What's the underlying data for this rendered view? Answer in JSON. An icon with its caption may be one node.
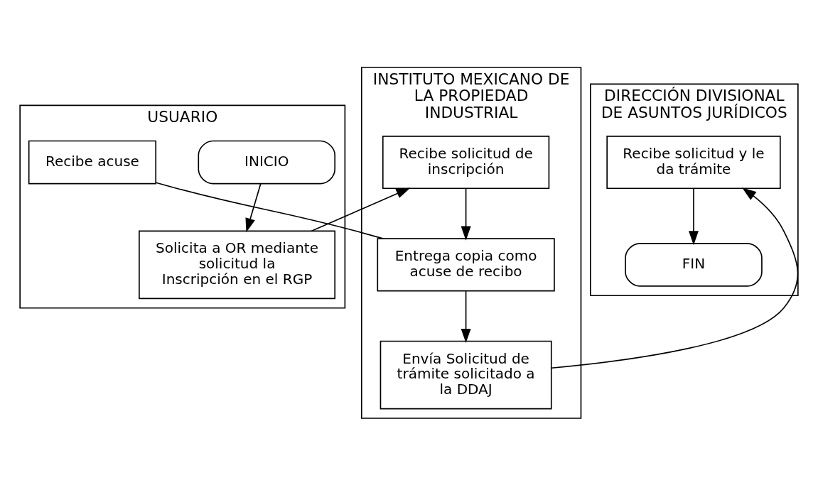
{
  "diagram": {
    "nodes": [
      {
        "text": [
          "USUARIO"
        ]
      },
      {
        "text": [
          "INSTITUTO MEXICANO DE LA PROPIEDAD INDUSTRIAL"
        ]
      },
      {
        "text": [
          "DIRECCIÓN DIVISIONAL DE ASUNTOS JURÍDICOS"
        ]
      },
      {
        "text": [
          "INICIO"
        ],
        "in": 0
      },
      {
        "text": [
          "Solicita a OR mediante solicitud la Inscripción en el RGP"
        ],
        "in": 0
      },
      {
        "text": [
          "Recibe acuse"
        ],
        "in": 0
      },
      {
        "text": [
          "Recibe solicitud de inscripción"
        ],
        "in": 1
      },
      {
        "text": [
          "Entrega copia como acuse de recibo"
        ],
        "in": 1
      },
      {
        "text": [
          "Envía Solicitud de trámite solicitado a la DDAJ"
        ],
        "in": 1
      },
      {
        "text": [
          "Recibe solicitud y le da trámite"
        ],
        "in": 2
      },
      {
        "text": [
          "FIN"
        ],
        "in": 2
      }
    ],
    "edges": [
      {
        "from": 3,
        "to": 4,
        "arrow": "to"
      },
      {
        "from": 4,
        "to": 6,
        "arrow": "to"
      },
      {
        "from": 6,
        "to": 7,
        "arrow": "to"
      },
      {
        "from": 7,
        "to": 8,
        "arrow": "to"
      },
      {
        "from": 7,
        "to": 5,
        "arrow": "none"
      },
      {
        "from": 8,
        "to": 9,
        "arrow": "to"
      },
      {
        "from": 9,
        "to": 10,
        "arrow": "to"
      }
    ]
  }
}
